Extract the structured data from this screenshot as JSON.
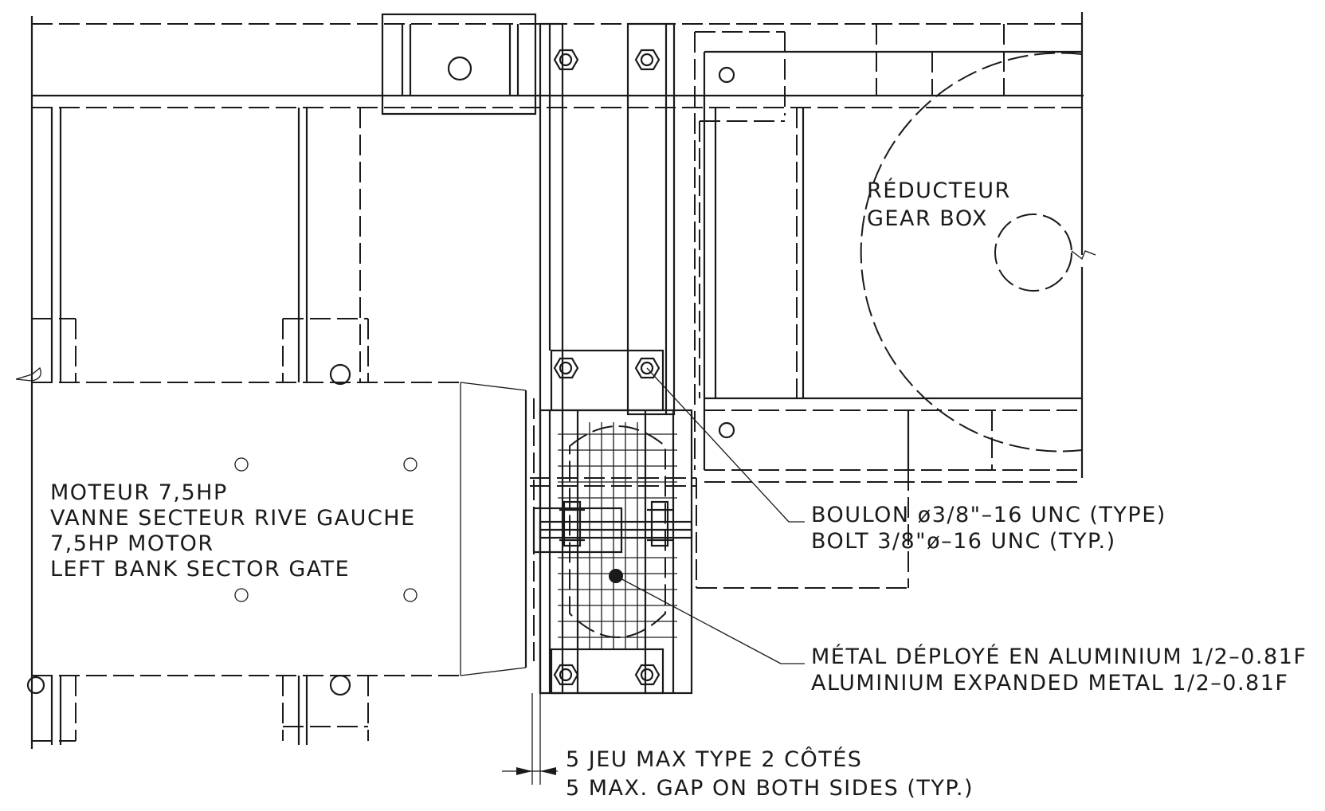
{
  "labels": {
    "gearbox_fr": "RÉDUCTEUR",
    "gearbox_en": "GEAR BOX",
    "motor_fr_1": "MOTEUR 7,5HP",
    "motor_fr_2": "VANNE SECTEUR RIVE GAUCHE",
    "motor_en_1": "7,5HP MOTOR",
    "motor_en_2": "LEFT BANK SECTOR GATE",
    "bolt_fr": "BOULON ø3/8\"–16 UNC (TYPE)",
    "bolt_en": "BOLT 3/8\"ø–16 UNC (TYP.)",
    "mesh_fr": "MÉTAL DÉPLOYÉ EN ALUMINIUM 1/2–0.81F",
    "mesh_en": "ALUMINIUM EXPANDED METAL 1/2–0.81F",
    "gap_fr": "5  JEU MAX TYPE 2 CÔTÉS",
    "gap_en": "5  MAX. GAP ON BOTH SIDES   (TYP.)"
  },
  "colors": {
    "ink": "#1a1a1a",
    "paper": "#ffffff"
  }
}
